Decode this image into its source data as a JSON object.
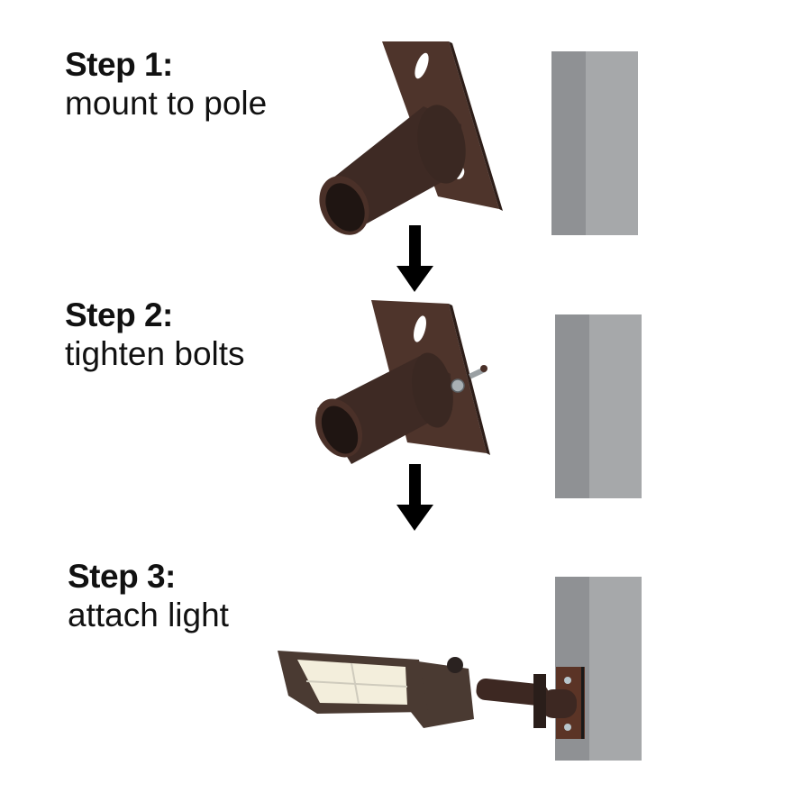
{
  "steps": [
    {
      "title": "Step 1:",
      "description": "mount to pole"
    },
    {
      "title": "Step 2:",
      "description": "tighten bolts"
    },
    {
      "title": "Step 3:",
      "description": "attach light"
    }
  ],
  "colors": {
    "background": "#ffffff",
    "text": "#111111",
    "bracket_brown": "#4a3028",
    "bracket_dark": "#2e1e19",
    "pole_dark": "#8f9194",
    "pole_light": "#a6a8aa",
    "arrow": "#000000",
    "led_panel": "#f3eedc"
  },
  "icons": [
    "down-arrow-icon",
    "down-arrow-icon"
  ]
}
